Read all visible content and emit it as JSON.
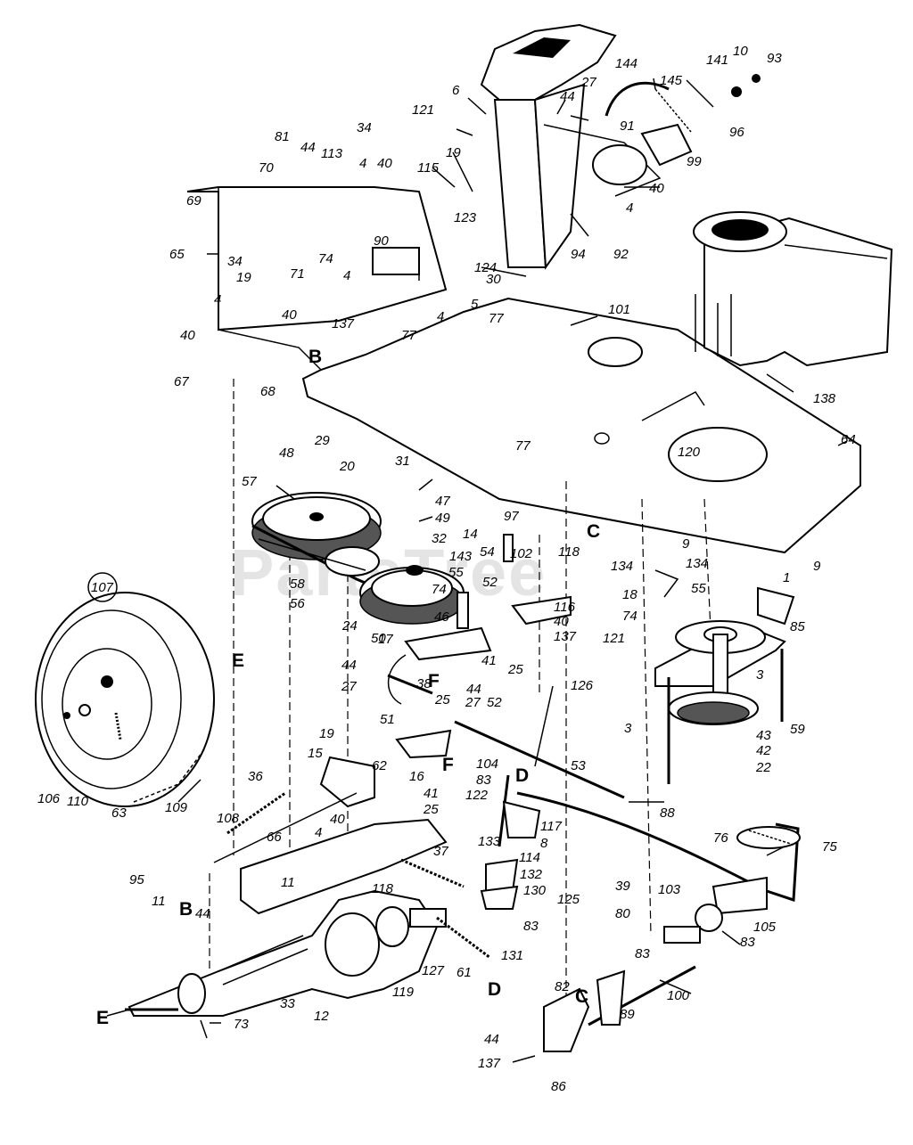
{
  "diagram": {
    "watermark": "PartsTree",
    "callouts": [
      {
        "id": "c6",
        "text": "6"
      },
      {
        "id": "c121a",
        "text": "121"
      },
      {
        "id": "c19a",
        "text": "19"
      },
      {
        "id": "c27a",
        "text": "27"
      },
      {
        "id": "c44a",
        "text": "44"
      },
      {
        "id": "c144",
        "text": "144"
      },
      {
        "id": "c145",
        "text": "145"
      },
      {
        "id": "c141",
        "text": "141"
      },
      {
        "id": "c10",
        "text": "10"
      },
      {
        "id": "c93",
        "text": "93"
      },
      {
        "id": "c96",
        "text": "96"
      },
      {
        "id": "c91",
        "text": "91"
      },
      {
        "id": "c99",
        "text": "99"
      },
      {
        "id": "c40a",
        "text": "40"
      },
      {
        "id": "c4a",
        "text": "4"
      },
      {
        "id": "c92",
        "text": "92"
      },
      {
        "id": "c94",
        "text": "94"
      },
      {
        "id": "c123",
        "text": "123"
      },
      {
        "id": "c115",
        "text": "115"
      },
      {
        "id": "c124",
        "text": "124"
      },
      {
        "id": "c30",
        "text": "30"
      },
      {
        "id": "c5",
        "text": "5"
      },
      {
        "id": "c4b",
        "text": "4"
      },
      {
        "id": "c77a",
        "text": "77"
      },
      {
        "id": "c101",
        "text": "101"
      },
      {
        "id": "c81",
        "text": "81"
      },
      {
        "id": "c44b",
        "text": "44"
      },
      {
        "id": "c113",
        "text": "113"
      },
      {
        "id": "c34a",
        "text": "34"
      },
      {
        "id": "c4c",
        "text": "4"
      },
      {
        "id": "c40b",
        "text": "40"
      },
      {
        "id": "c70",
        "text": "70"
      },
      {
        "id": "c69",
        "text": "69"
      },
      {
        "id": "c65",
        "text": "65"
      },
      {
        "id": "c34b",
        "text": "34"
      },
      {
        "id": "c71",
        "text": "71"
      },
      {
        "id": "c74a",
        "text": "74"
      },
      {
        "id": "c90",
        "text": "90"
      },
      {
        "id": "c4d",
        "text": "4"
      },
      {
        "id": "c19b",
        "text": "19"
      },
      {
        "id": "c4e",
        "text": "4"
      },
      {
        "id": "c40c",
        "text": "40"
      },
      {
        "id": "c40d",
        "text": "40"
      },
      {
        "id": "c137a",
        "text": "137"
      },
      {
        "id": "c77b",
        "text": "77"
      },
      {
        "id": "c67",
        "text": "67"
      },
      {
        "id": "c68",
        "text": "68"
      },
      {
        "id": "c138",
        "text": "138"
      },
      {
        "id": "c64",
        "text": "64"
      },
      {
        "id": "c77c",
        "text": "77"
      },
      {
        "id": "c120",
        "text": "120"
      },
      {
        "id": "c48",
        "text": "48"
      },
      {
        "id": "c29",
        "text": "29"
      },
      {
        "id": "c20",
        "text": "20"
      },
      {
        "id": "c31",
        "text": "31"
      },
      {
        "id": "c47",
        "text": "47"
      },
      {
        "id": "c49",
        "text": "49"
      },
      {
        "id": "c57",
        "text": "57"
      },
      {
        "id": "c97",
        "text": "97"
      },
      {
        "id": "c14",
        "text": "14"
      },
      {
        "id": "c54",
        "text": "54"
      },
      {
        "id": "c32",
        "text": "32"
      },
      {
        "id": "c143",
        "text": "143"
      },
      {
        "id": "c55a",
        "text": "55"
      },
      {
        "id": "c102",
        "text": "102"
      },
      {
        "id": "c118a",
        "text": "118"
      },
      {
        "id": "c134a",
        "text": "134"
      },
      {
        "id": "c9a",
        "text": "9"
      },
      {
        "id": "c134b",
        "text": "134"
      },
      {
        "id": "c9b",
        "text": "9"
      },
      {
        "id": "c58",
        "text": "58"
      },
      {
        "id": "c56",
        "text": "56"
      },
      {
        "id": "c74b",
        "text": "74"
      },
      {
        "id": "c52a",
        "text": "52"
      },
      {
        "id": "c116",
        "text": "116"
      },
      {
        "id": "c40e",
        "text": "40"
      },
      {
        "id": "c137b",
        "text": "137"
      },
      {
        "id": "c24",
        "text": "24"
      },
      {
        "id": "c46",
        "text": "46"
      },
      {
        "id": "c50",
        "text": "50"
      },
      {
        "id": "c17",
        "text": "17"
      },
      {
        "id": "c41a",
        "text": "41"
      },
      {
        "id": "c25a",
        "text": "25"
      },
      {
        "id": "c18",
        "text": "18"
      },
      {
        "id": "c74c",
        "text": "74"
      },
      {
        "id": "c55b",
        "text": "55"
      },
      {
        "id": "c1",
        "text": "1"
      },
      {
        "id": "c85",
        "text": "85"
      },
      {
        "id": "c107",
        "text": "107"
      },
      {
        "id": "c44c",
        "text": "44"
      },
      {
        "id": "c27b",
        "text": "27"
      },
      {
        "id": "c38",
        "text": "38"
      },
      {
        "id": "c25b",
        "text": "25"
      },
      {
        "id": "c44d",
        "text": "44"
      },
      {
        "id": "c27c",
        "text": "27"
      },
      {
        "id": "c52b",
        "text": "52"
      },
      {
        "id": "c121b",
        "text": "121"
      },
      {
        "id": "c126",
        "text": "126"
      },
      {
        "id": "c3a",
        "text": "3"
      },
      {
        "id": "c59",
        "text": "59"
      },
      {
        "id": "c3b",
        "text": "3"
      },
      {
        "id": "c43",
        "text": "43"
      },
      {
        "id": "c42",
        "text": "42"
      },
      {
        "id": "c22",
        "text": "22"
      },
      {
        "id": "c51",
        "text": "51"
      },
      {
        "id": "c19c",
        "text": "19"
      },
      {
        "id": "c15",
        "text": "15"
      },
      {
        "id": "c62",
        "text": "62"
      },
      {
        "id": "c16",
        "text": "16"
      },
      {
        "id": "c104",
        "text": "104"
      },
      {
        "id": "c83a",
        "text": "83"
      },
      {
        "id": "c53",
        "text": "53"
      },
      {
        "id": "c106",
        "text": "106"
      },
      {
        "id": "c110",
        "text": "110"
      },
      {
        "id": "c63",
        "text": "63"
      },
      {
        "id": "c109",
        "text": "109"
      },
      {
        "id": "c108",
        "text": "108"
      },
      {
        "id": "c36",
        "text": "36"
      },
      {
        "id": "c41b",
        "text": "41"
      },
      {
        "id": "c25c",
        "text": "25"
      },
      {
        "id": "c122",
        "text": "122"
      },
      {
        "id": "c117",
        "text": "117"
      },
      {
        "id": "c8",
        "text": "8"
      },
      {
        "id": "c88",
        "text": "88"
      },
      {
        "id": "c76",
        "text": "76"
      },
      {
        "id": "c75",
        "text": "75"
      },
      {
        "id": "c66",
        "text": "66"
      },
      {
        "id": "c4f",
        "text": "4"
      },
      {
        "id": "c40f",
        "text": "40"
      },
      {
        "id": "c37",
        "text": "37"
      },
      {
        "id": "c133",
        "text": "133"
      },
      {
        "id": "c114",
        "text": "114"
      },
      {
        "id": "c95",
        "text": "95"
      },
      {
        "id": "c11a",
        "text": "11"
      },
      {
        "id": "c11b",
        "text": "11"
      },
      {
        "id": "c44e",
        "text": "44"
      },
      {
        "id": "c118b",
        "text": "118"
      },
      {
        "id": "c132",
        "text": "132"
      },
      {
        "id": "c130",
        "text": "130"
      },
      {
        "id": "c125",
        "text": "125"
      },
      {
        "id": "c83b",
        "text": "83"
      },
      {
        "id": "c39",
        "text": "39"
      },
      {
        "id": "c103",
        "text": "103"
      },
      {
        "id": "c80",
        "text": "80"
      },
      {
        "id": "c105",
        "text": "105"
      },
      {
        "id": "c83c",
        "text": "83"
      },
      {
        "id": "c131",
        "text": "131"
      },
      {
        "id": "c127",
        "text": "127"
      },
      {
        "id": "c61",
        "text": "61"
      },
      {
        "id": "c83d",
        "text": "83"
      },
      {
        "id": "c100",
        "text": "100"
      },
      {
        "id": "c33",
        "text": "33"
      },
      {
        "id": "c12",
        "text": "12"
      },
      {
        "id": "c119",
        "text": "119"
      },
      {
        "id": "c82",
        "text": "82"
      },
      {
        "id": "c89",
        "text": "89"
      },
      {
        "id": "c73",
        "text": "73"
      },
      {
        "id": "c44f",
        "text": "44"
      },
      {
        "id": "c137c",
        "text": "137"
      },
      {
        "id": "c86",
        "text": "86"
      }
    ],
    "letters": [
      {
        "id": "lB1",
        "text": "B"
      },
      {
        "id": "lC1",
        "text": "C"
      },
      {
        "id": "lE1",
        "text": "E"
      },
      {
        "id": "lF1",
        "text": "F"
      },
      {
        "id": "lF2",
        "text": "F"
      },
      {
        "id": "lD1",
        "text": "D"
      },
      {
        "id": "lB2",
        "text": "B"
      },
      {
        "id": "lD2",
        "text": "D"
      },
      {
        "id": "lC2",
        "text": "C"
      },
      {
        "id": "lE2",
        "text": "E"
      }
    ]
  }
}
